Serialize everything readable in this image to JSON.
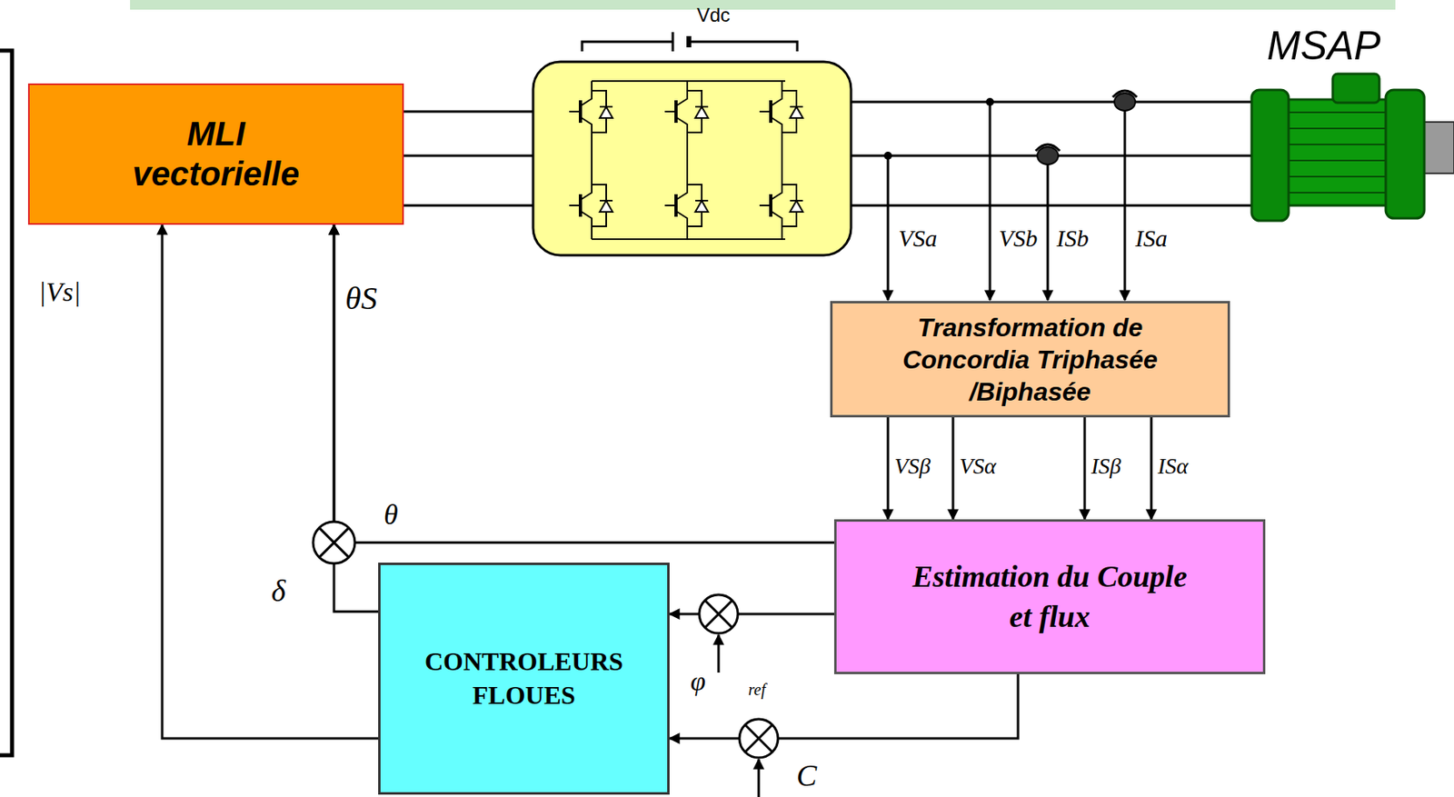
{
  "diagram": {
    "nodes": [
      {
        "text": [
          "MLI vectorielle"
        ]
      },
      {
        "text": [
          "Transformation de Concordia Triphasée /Biphasée"
        ]
      },
      {
        "text": [
          "Estimation du Couple et flux"
        ]
      },
      {
        "text": [
          "CONTROLEURS FLOUES"
        ]
      }
    ],
    "edges": [
      {
        "from": 1,
        "to": 2,
        "arrow": "to",
        "label": "VSβ"
      },
      {
        "from": 1,
        "to": 2,
        "arrow": "to",
        "label": "VSα"
      },
      {
        "from": 1,
        "to": 2,
        "arrow": "to",
        "label": "ISβ"
      },
      {
        "from": 1,
        "to": 2,
        "arrow": "to",
        "label": "ISα"
      },
      {
        "from": 2,
        "to": 3,
        "arrow": "to"
      },
      {
        "from": 2,
        "to": 3,
        "arrow": "to"
      },
      {
        "from": 3,
        "to": 0,
        "arrow": "to",
        "label": "|Vs|"
      },
      {
        "from": 3,
        "to": 0,
        "arrow": "to",
        "label": "δ"
      },
      {
        "from": 2,
        "to": 0,
        "arrow": "to",
        "label": "θ"
      }
    ],
    "labels": [
      "Vdc",
      "MSAP",
      "VSa",
      "VSb",
      "ISb",
      "ISa",
      "θS",
      "φ",
      "ref",
      "C"
    ]
  }
}
